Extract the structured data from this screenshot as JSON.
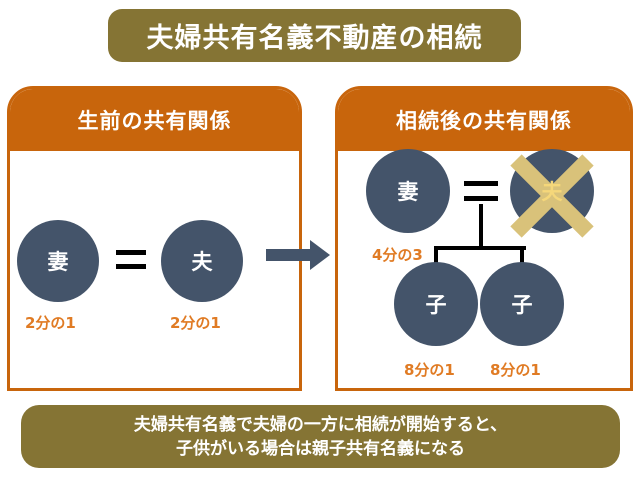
{
  "title": "夫婦共有名義不動産の相続",
  "before": {
    "header": "生前の共有関係",
    "wife": "妻",
    "husband": "夫",
    "wife_share": "2分の1",
    "husband_share": "2分の1"
  },
  "after": {
    "header": "相続後の共有関係",
    "wife": "妻",
    "husband": "夫",
    "wife_share": "4分の3",
    "child_1": "子",
    "child_2": "子",
    "child_1_share": "8分の1",
    "child_2_share": "8分の1"
  },
  "footer": {
    "line1": "夫婦共有名義で夫婦の一方に相続が開始すると、",
    "line2": "子供がいる場合は親子共有名義になる"
  },
  "colors": {
    "banner": "#857434",
    "panel_accent": "#c8650c",
    "person": "#44546a",
    "share_text": "#e07b24",
    "cross": "#d9c27a"
  }
}
